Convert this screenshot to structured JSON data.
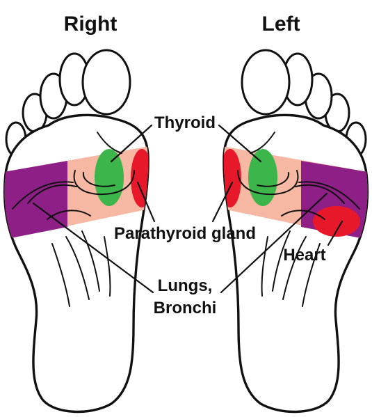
{
  "headings": {
    "right": "Right",
    "left": "Left"
  },
  "labels": {
    "thyroid": "Thyroid",
    "parathyroid": "Parathyroid gland",
    "heart": "Heart",
    "lungs_line1": "Lungs,",
    "lungs_line2": "Bronchi"
  },
  "zone_colors": {
    "thyroid": "#3cb54a",
    "parathyroid": "#e8182b",
    "heart": "#e8182b",
    "lungs_bronchi": "#8e1f86",
    "shoulder_band": "#f6b8a2"
  },
  "outline_color": "#111111"
}
